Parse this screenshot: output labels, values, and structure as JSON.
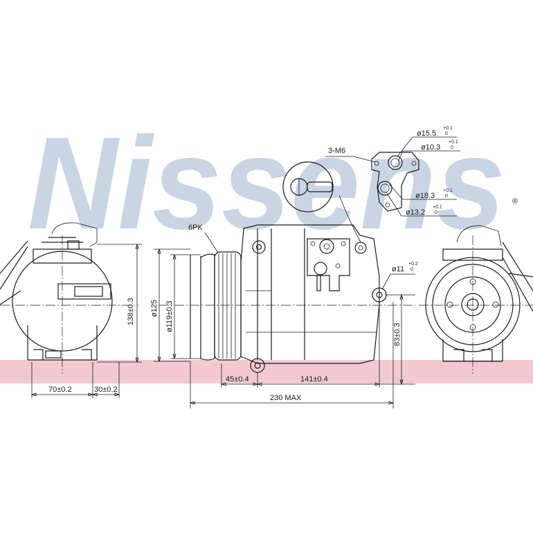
{
  "watermark": {
    "brand": "Nissens",
    "registered": "®",
    "band_color": "#f2c9d1",
    "text_color": "#c9d5e4"
  },
  "dimensions": {
    "height_left": "138±0.3",
    "width_left": "70±0.2",
    "offset_left": "30±0.2",
    "belt": "6PK",
    "pulley_outer": "ø125",
    "pulley_inner": "ø119±0.3",
    "len_45": "45±0.4",
    "len_141": "141±0.4",
    "total_length": "230  MAX",
    "mount_height": "83±0.3",
    "mount_hole": "ø11",
    "mount_hole_tol_upper": "+0.2",
    "mount_hole_tol_lower": "0",
    "bolts": "3-M6",
    "port1": "ø15.5",
    "port2": "ø10.3",
    "port3": "ø18.3",
    "port4": "ø13.2",
    "port_tol_upper": "+0.1",
    "port_tol_lower": "0"
  }
}
